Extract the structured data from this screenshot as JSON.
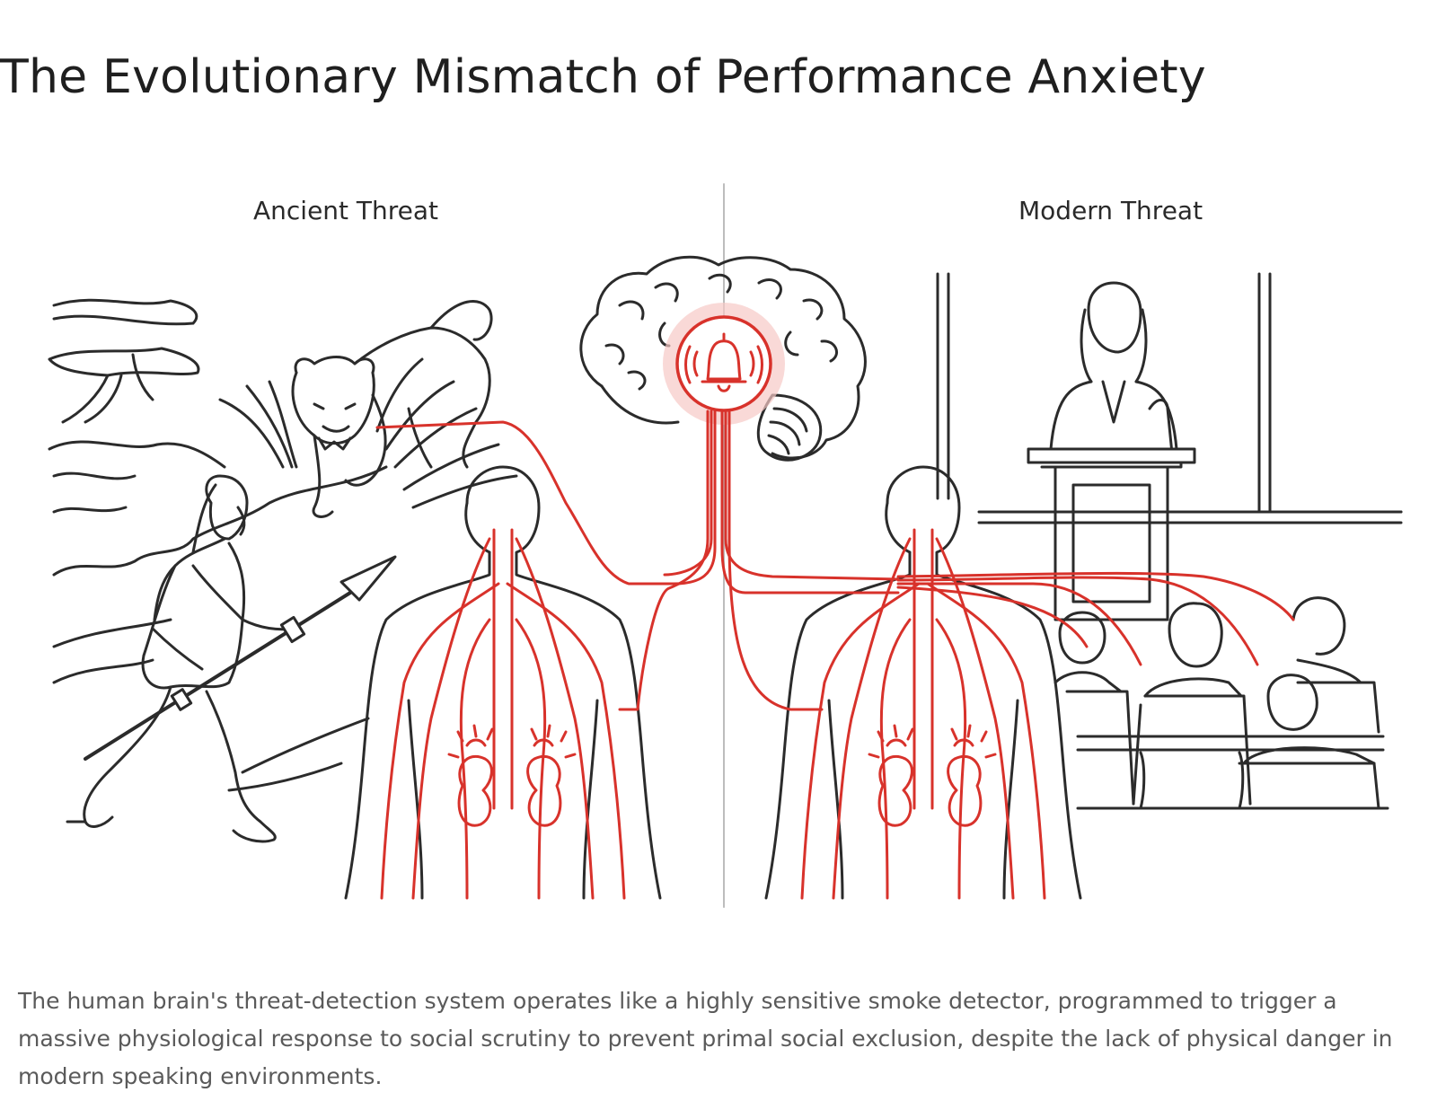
{
  "title": "The Evolutionary Mismatch of Performance Anxiety",
  "panels": {
    "left_label": "Ancient Threat",
    "right_label": "Modern Threat"
  },
  "caption": "The human brain's threat-detection system operates like a highly sensitive smoke detector, programmed to trigger a massive physiological response to social scrutiny to prevent primal social exclusion, despite the lack of physical danger in modern speaking environments.",
  "colors": {
    "line": "#2b2b2b",
    "accent": "#d8322b",
    "glow": "#f6c9c6",
    "caption": "#5a5a5a"
  },
  "icons": [
    "tree-icon",
    "panther-icon",
    "hunter-with-spear-icon",
    "brain-icon",
    "alarm-bell-icon",
    "kidney-icon",
    "podium-speaker-icon",
    "audience-icon"
  ]
}
